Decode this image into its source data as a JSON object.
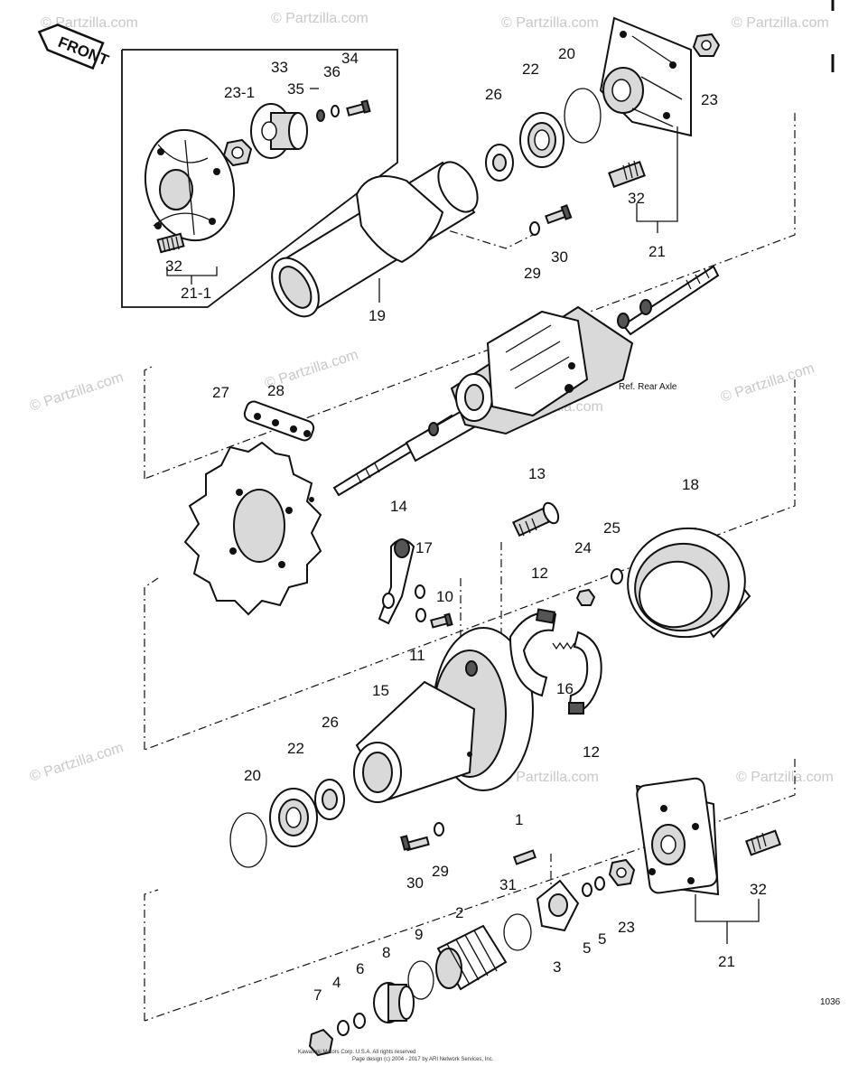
{
  "front_label": "FRONT",
  "ref_note": "Ref. Rear Axle",
  "page_code": "1036",
  "watermark": "© Partzilla.com",
  "copyright": {
    "line1": "Kawasaki Motors Corp. U.S.A. All rights reserved",
    "line2": "Page design (c) 2004 - 2017 by ARI Network Services, Inc."
  },
  "labels": {
    "p1": "1",
    "p2": "2",
    "p3": "3",
    "p4": "4",
    "p5a": "5",
    "p5b": "5",
    "p6": "6",
    "p7": "7",
    "p8": "8",
    "p9": "9",
    "p10": "10",
    "p11": "11",
    "p12a": "12",
    "p12b": "12",
    "p13": "13",
    "p14": "14",
    "p15": "15",
    "p16": "16",
    "p17": "17",
    "p18": "18",
    "p19": "19",
    "p20a": "20",
    "p20b": "20",
    "p21a": "21",
    "p21b": "21",
    "p21_1": "21-1",
    "p22a": "22",
    "p22b": "22",
    "p23a": "23",
    "p23b": "23",
    "p23_1": "23-1",
    "p24": "24",
    "p25": "25",
    "p26a": "26",
    "p26b": "26",
    "p27": "27",
    "p28": "28",
    "p29a": "29",
    "p29b": "29",
    "p30a": "30",
    "p30b": "30",
    "p31": "31",
    "p32a": "32",
    "p32b": "32",
    "p32c": "32",
    "p33": "33",
    "p34": "34",
    "p35": "35",
    "p36": "36"
  }
}
